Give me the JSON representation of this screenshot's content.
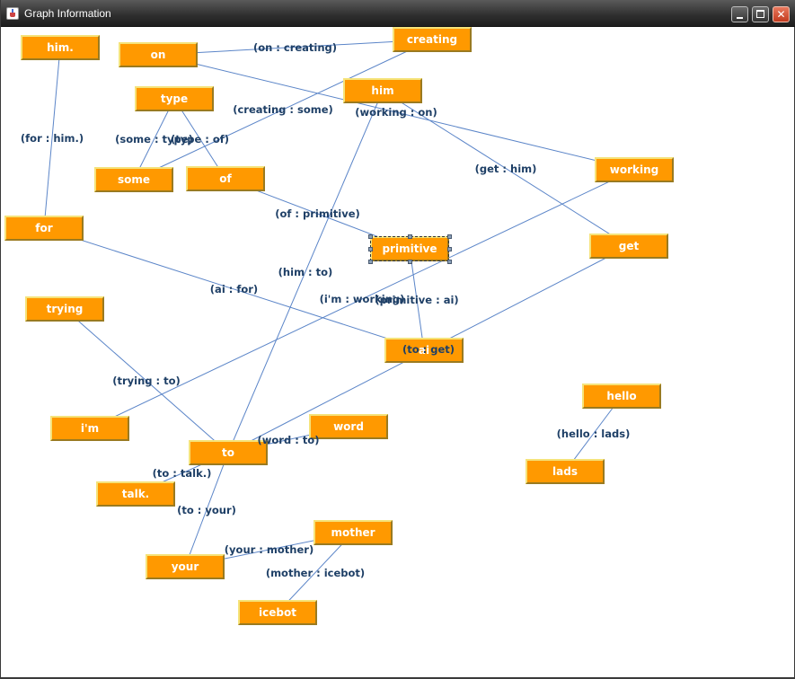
{
  "window": {
    "title": "Graph Information",
    "title_icon": "java-cup-icon",
    "controls": {
      "minimize_icon": "minimize-icon",
      "maximize_icon": "maximize-icon",
      "close_icon": "close-icon",
      "close_glyph": "✕"
    }
  },
  "colors": {
    "node_fill": "#ff9900",
    "node_text": "#ffffff",
    "edge_line": "#5b85c8",
    "edge_label": "#1e3f66",
    "titlebar": "#2e2e2e"
  },
  "graph": {
    "nodes": [
      {
        "id": "him.",
        "label": "him."
      },
      {
        "id": "on",
        "label": "on"
      },
      {
        "id": "creating",
        "label": "creating"
      },
      {
        "id": "type",
        "label": "type"
      },
      {
        "id": "him",
        "label": "him"
      },
      {
        "id": "some",
        "label": "some"
      },
      {
        "id": "of",
        "label": "of"
      },
      {
        "id": "working",
        "label": "working"
      },
      {
        "id": "for",
        "label": "for"
      },
      {
        "id": "primitive",
        "label": "primitive",
        "selected": true
      },
      {
        "id": "get",
        "label": "get"
      },
      {
        "id": "trying",
        "label": "trying"
      },
      {
        "id": "ai",
        "label": "ai"
      },
      {
        "id": "hello",
        "label": "hello"
      },
      {
        "id": "i'm",
        "label": "i'm"
      },
      {
        "id": "word",
        "label": "word"
      },
      {
        "id": "to",
        "label": "to"
      },
      {
        "id": "lads",
        "label": "lads"
      },
      {
        "id": "talk.",
        "label": "talk."
      },
      {
        "id": "mother",
        "label": "mother"
      },
      {
        "id": "your",
        "label": "your"
      },
      {
        "id": "icebot",
        "label": "icebot"
      }
    ],
    "edges": [
      {
        "from": "on",
        "to": "creating",
        "label": "(on : creating)"
      },
      {
        "from": "creating",
        "to": "some",
        "label": "(creating : some)"
      },
      {
        "from": "working",
        "to": "on",
        "label": "(working : on)"
      },
      {
        "from": "for",
        "to": "him.",
        "label": "(for : him.)"
      },
      {
        "from": "some",
        "to": "type",
        "label": "(some : type)"
      },
      {
        "from": "type",
        "to": "of",
        "label": "(type : of)"
      },
      {
        "from": "get",
        "to": "him",
        "label": "(get : him)"
      },
      {
        "from": "of",
        "to": "primitive",
        "label": "(of : primitive)"
      },
      {
        "from": "him",
        "to": "to",
        "label": "(him : to)"
      },
      {
        "from": "ai",
        "to": "for",
        "label": "(ai : for)"
      },
      {
        "from": "i'm",
        "to": "working",
        "label": "(i'm : working)"
      },
      {
        "from": "primitive",
        "to": "ai",
        "label": "(primitive : ai)"
      },
      {
        "from": "to",
        "to": "get",
        "label": "(to : get)"
      },
      {
        "from": "trying",
        "to": "to",
        "label": "(trying : to)"
      },
      {
        "from": "hello",
        "to": "lads",
        "label": "(hello : lads)"
      },
      {
        "from": "word",
        "to": "to",
        "label": "(word : to)"
      },
      {
        "from": "to",
        "to": "talk.",
        "label": "(to : talk.)"
      },
      {
        "from": "to",
        "to": "your",
        "label": "(to : your)"
      },
      {
        "from": "your",
        "to": "mother",
        "label": "(your : mother)"
      },
      {
        "from": "mother",
        "to": "icebot",
        "label": "(mother : icebot)"
      }
    ]
  }
}
